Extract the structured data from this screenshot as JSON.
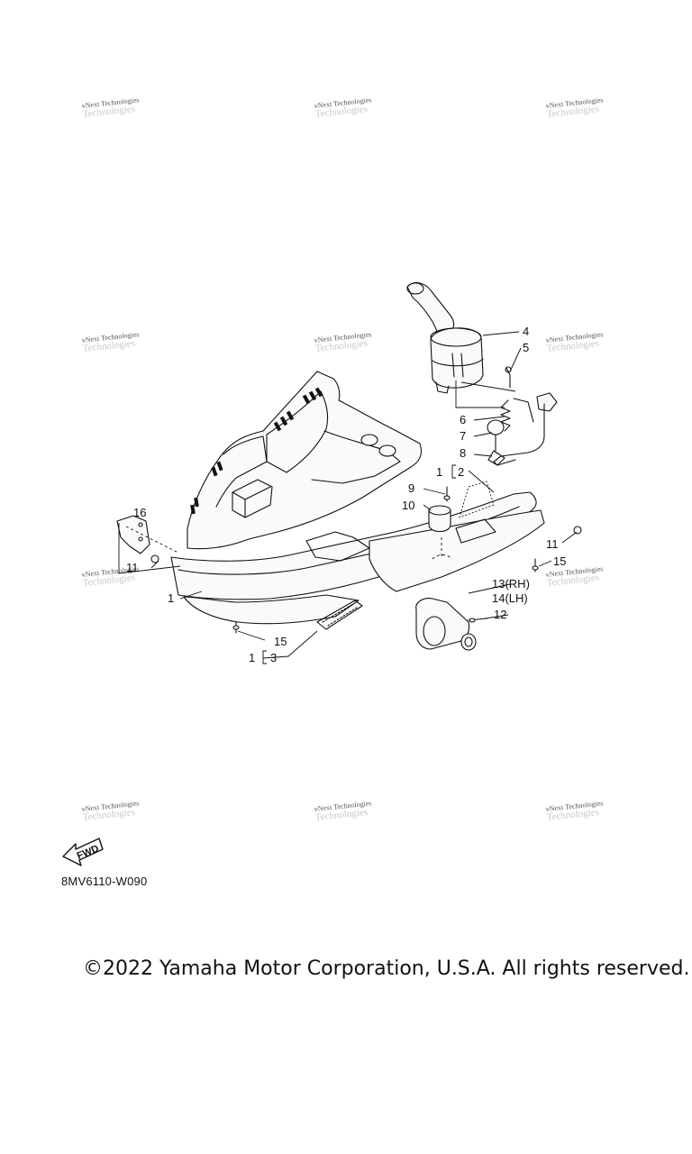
{
  "diagram_code": "8MV6110-W090",
  "copyright": "©2022 Yamaha Motor Corporation, U.S.A. All rights reserved.",
  "fwd_label": "FWD",
  "watermark": {
    "line1": "vNext Technologies",
    "line2": "vNext Technologies",
    "ghost": "Technologies"
  },
  "callouts": {
    "c1a": "1",
    "c1b": "1",
    "c1c": "1",
    "c2": "2",
    "c3": "3",
    "c4": "4",
    "c5": "5",
    "c6": "6",
    "c7": "7",
    "c8": "8",
    "c9": "9",
    "c10": "10",
    "c11a": "11",
    "c11b": "11",
    "c12": "12",
    "c13": "13(RH)",
    "c14": "14(LH)",
    "c15a": "15",
    "c15b": "15",
    "c16": "16"
  }
}
